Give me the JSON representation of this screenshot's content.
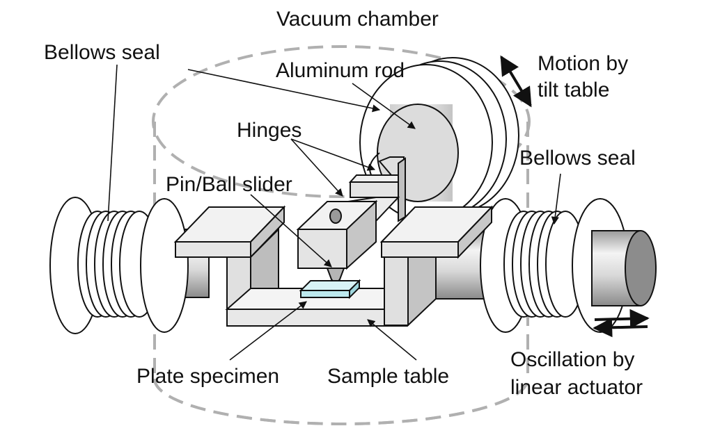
{
  "labels": {
    "vacuum_chamber": "Vacuum chamber",
    "bellows_seal_left": "Bellows seal",
    "aluminum_rod": "Aluminum rod",
    "motion_line1": "Motion by",
    "motion_line2": "tilt table",
    "hinges": "Hinges",
    "bellows_seal_right": "Bellows seal",
    "pin_ball_slider": "Pin/Ball slider",
    "plate_specimen": "Plate specimen",
    "sample_table": "Sample table",
    "oscillation_line1": "Oscillation by",
    "oscillation_line2": "linear actuator"
  },
  "colors": {
    "line": "#111111",
    "part_fill": "#e6e6e6",
    "part_dark": "#b8b8b8",
    "specimen": "#bde9ee",
    "chamber_dash": "#b0b0b0"
  }
}
